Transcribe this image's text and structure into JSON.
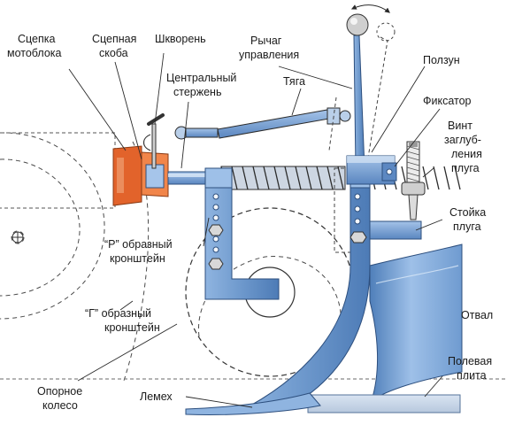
{
  "labels": {
    "stsepka_motobloka": [
      "Сцепка",
      "мотоблока"
    ],
    "stsepnaya_skoba": [
      "Сцепная",
      "скоба"
    ],
    "shkvoren": [
      "Шкворень"
    ],
    "tsentralny_sterzhen": [
      "Центральный",
      "стержень"
    ],
    "rychag": [
      "Рычаг",
      "управления"
    ],
    "tyaga": [
      "Тяга"
    ],
    "polzun": [
      "Ползун"
    ],
    "fiksator": [
      "Фиксатор"
    ],
    "vint": [
      "Винт",
      "заглуб-",
      "ления",
      "плуга"
    ],
    "stoyka": [
      "Стойка",
      "плуга"
    ],
    "r_kronshtein": [
      "“Р” образный",
      "кронштейн"
    ],
    "g_kronshtein": [
      "“Г” образный",
      "кронштейн"
    ],
    "otval": [
      "Отвал"
    ],
    "polevaya_plita": [
      "Полевая",
      "плита"
    ],
    "opornoe_koleso": [
      "Опорное",
      "колесо"
    ],
    "lemeh": [
      "Лемех"
    ]
  },
  "colors": {
    "steel_blue": "#6d98cc",
    "steel_blue_dark": "#3f6ea8",
    "hitch_orange": "#e2632b",
    "line": "#2a2a2a"
  }
}
